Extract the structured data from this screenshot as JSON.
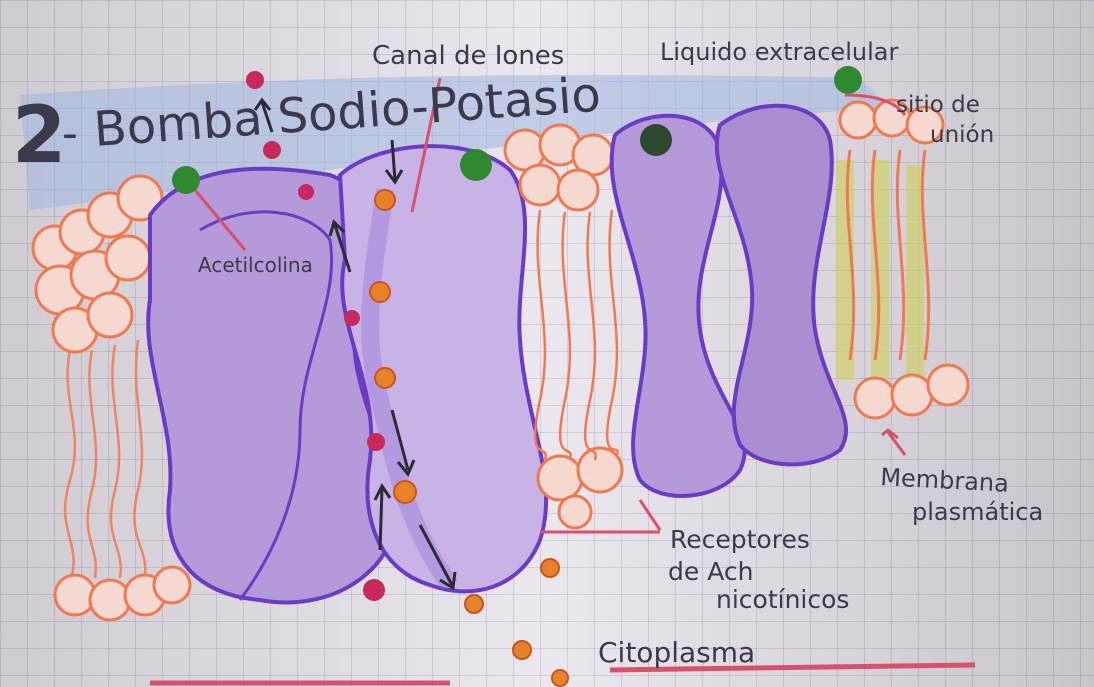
{
  "title_number": "2",
  "title_dash": "-",
  "title": "Bomba Sodio-Potasio",
  "labels": {
    "canal": "Canal de Iones",
    "liquido": "Liquido extracelular",
    "sitio": "sitio de",
    "union": "unión",
    "acetilcolina": "Acetilcolina",
    "membrana": "Membrana",
    "plasmatica": "plasmática",
    "receptores": "Receptores",
    "de_ach": "de Ach",
    "nicotinicos": "nicotínicos",
    "citoplasma": "Citoplasma"
  },
  "colors": {
    "paper": "#ece7ee",
    "grid": "#b9b3c4",
    "protein_fill": "#b49ad8",
    "protein_stroke": "#6a3cc4",
    "lipid_stroke": "#ee7a52",
    "title_red": "#d9506a",
    "band_blue": "#9fb6e2",
    "ach_green": "#2f8a2f",
    "ion_orange": "#e7822a",
    "ion_magenta": "#c8285a",
    "ink": "#3b3a4a",
    "yellow_tail": "#cfd06a"
  }
}
